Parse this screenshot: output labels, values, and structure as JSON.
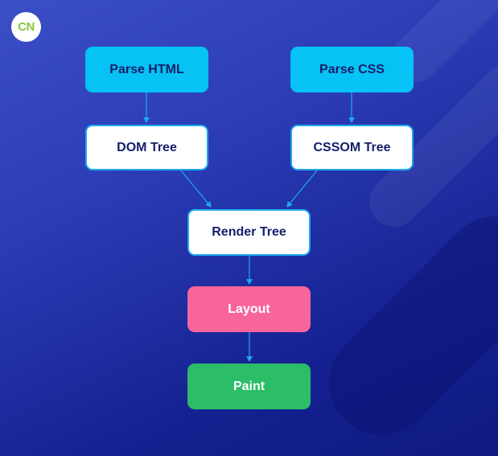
{
  "logo": {
    "text": "CN"
  },
  "nodes": {
    "parse_html": "Parse HTML",
    "parse_css": "Parse CSS",
    "dom_tree": "DOM Tree",
    "cssom_tree": "CSSOM Tree",
    "render_tree": "Render Tree",
    "layout": "Layout",
    "paint": "Paint"
  },
  "colors": {
    "background": "#1a2a9c",
    "parse_box": "#06c2f5",
    "tree_box": "#ffffff",
    "tree_border": "#1ea8f0",
    "layout_box": "#f7659b",
    "paint_box": "#2cbd68",
    "arrow": "#1ea8f0",
    "logo_text": "#8ac43f"
  },
  "icons": {
    "logo": "coding-ninjas-logo-icon"
  }
}
